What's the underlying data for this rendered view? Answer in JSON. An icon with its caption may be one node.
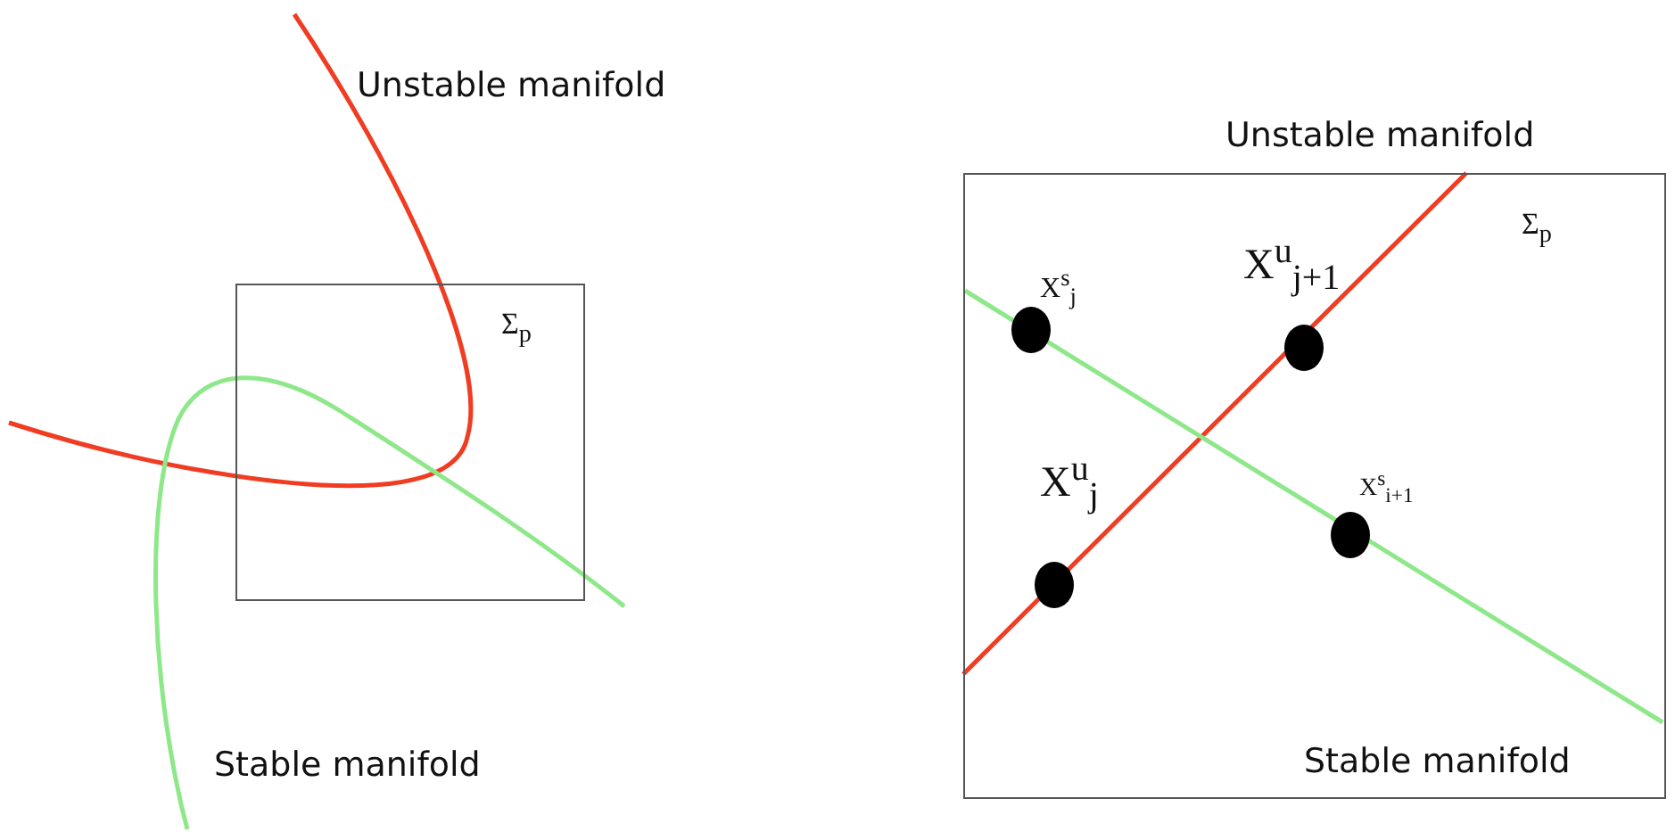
{
  "diagram": {
    "nodes": [
      {
        "text": [
          "Σ$_{p}$"
        ]
      },
      {
        "text": [
          "Σ$_{p}$"
        ]
      }
    ],
    "labels": [
      "Unstable manifold",
      "Stable manifold",
      "Unstable manifold",
      "X$^{s}$$_{j}$",
      "X$^{u}$$_{j+1}$",
      "X$^{u}$$_{j}$",
      "X$^{s}$$_{i+1}$",
      "Stable manifold"
    ]
  }
}
